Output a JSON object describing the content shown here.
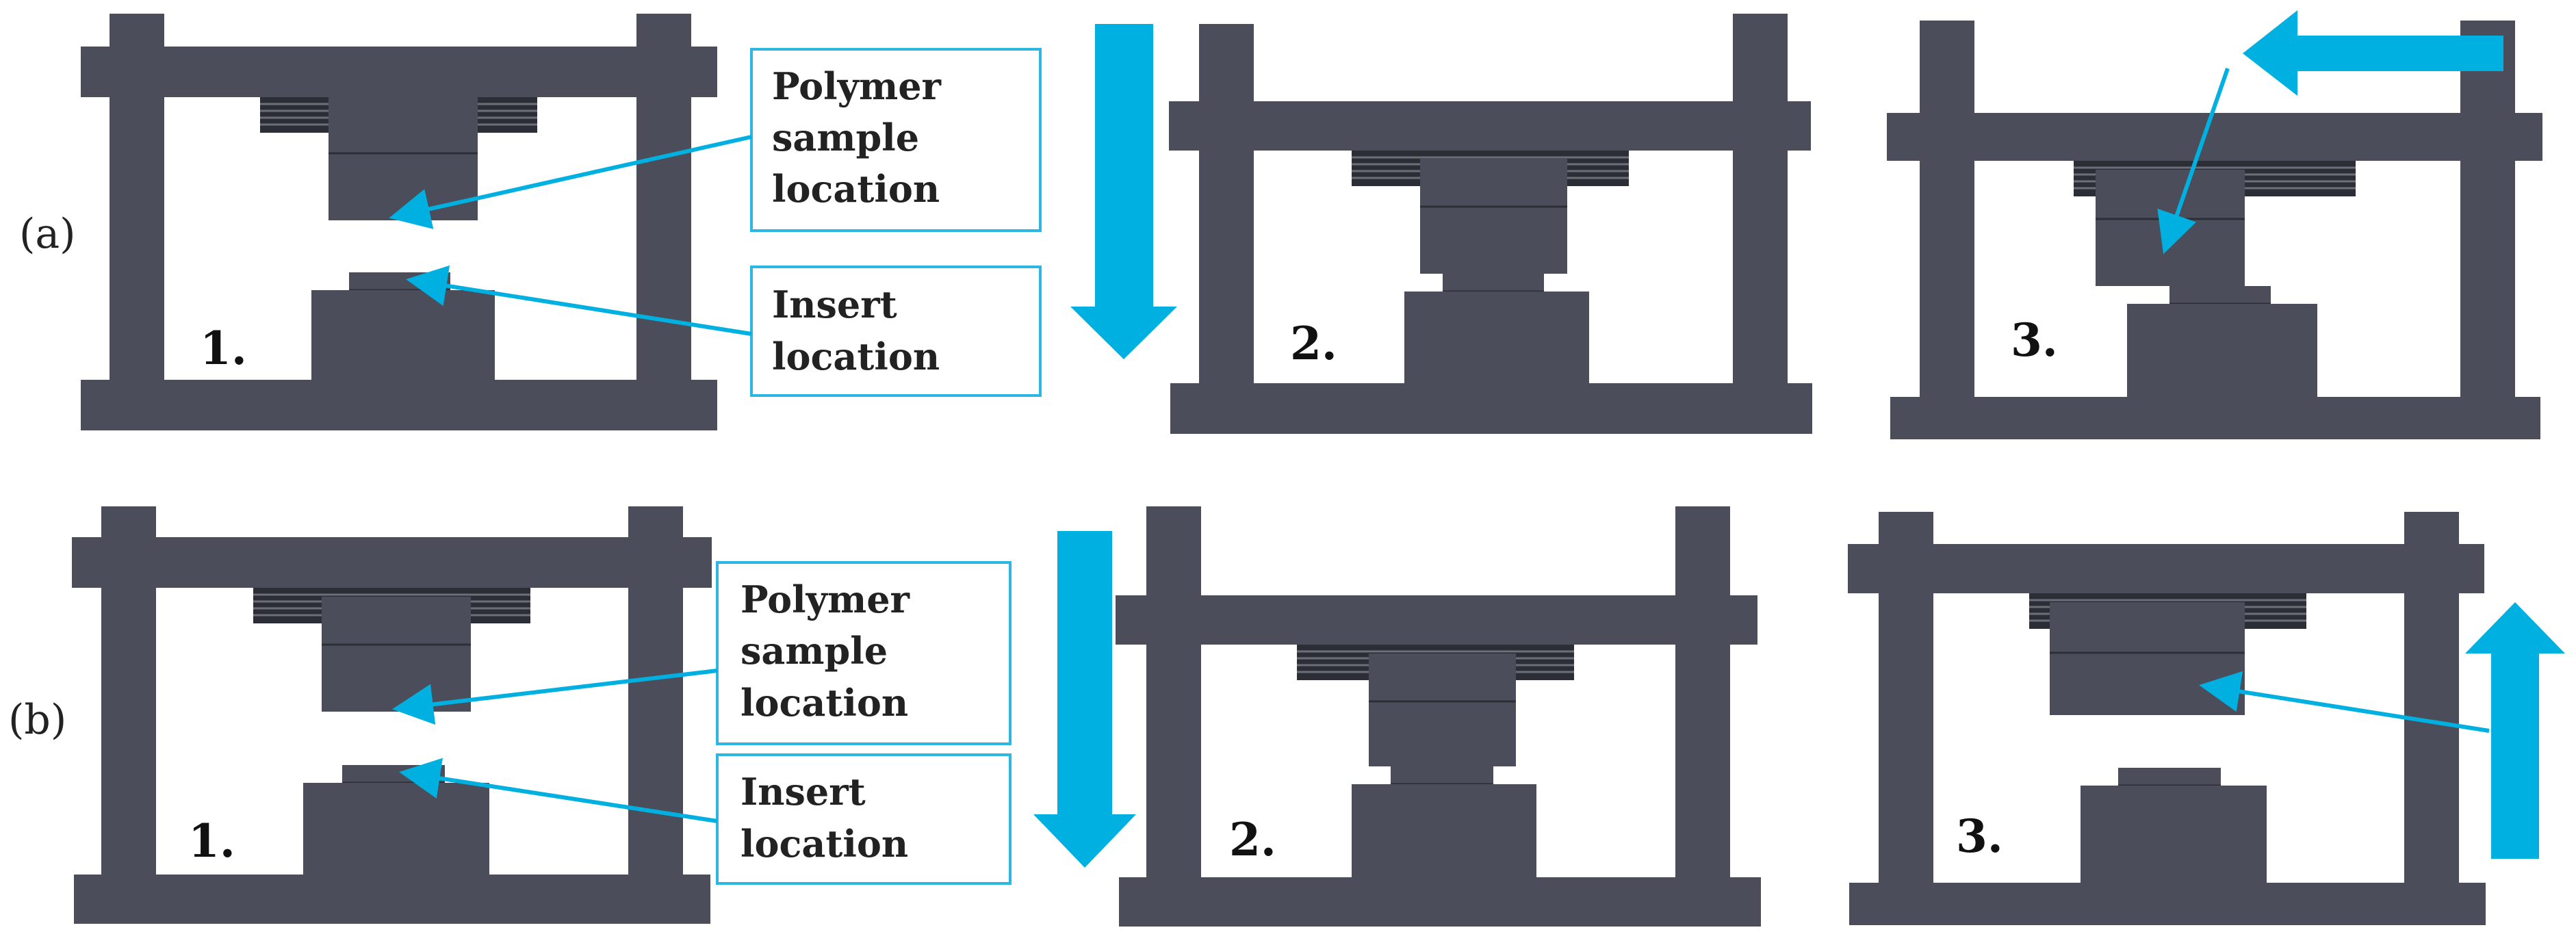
{
  "colors": {
    "frame": "#4b4e5a",
    "frame_dark": "#2c2e36",
    "plate_line": "#6c6f7a",
    "arrow": "#00b0e0",
    "callout_border": "#2bb6e3",
    "background": "#ffffff"
  },
  "rows": [
    {
      "label": "(a)",
      "callouts": {
        "polymer": [
          "Polymer",
          "sample",
          "location"
        ],
        "insert": [
          "Insert",
          "location"
        ]
      },
      "steps": [
        "1.",
        "2.",
        "3."
      ],
      "step3_arrow": "left-arrow"
    },
    {
      "label": "(b)",
      "callouts": {
        "polymer": [
          "Polymer",
          "sample",
          "location"
        ],
        "insert": [
          "Insert",
          "location"
        ]
      },
      "steps": [
        "1.",
        "2.",
        "3."
      ],
      "step3_arrow": "up-arrow"
    }
  ]
}
